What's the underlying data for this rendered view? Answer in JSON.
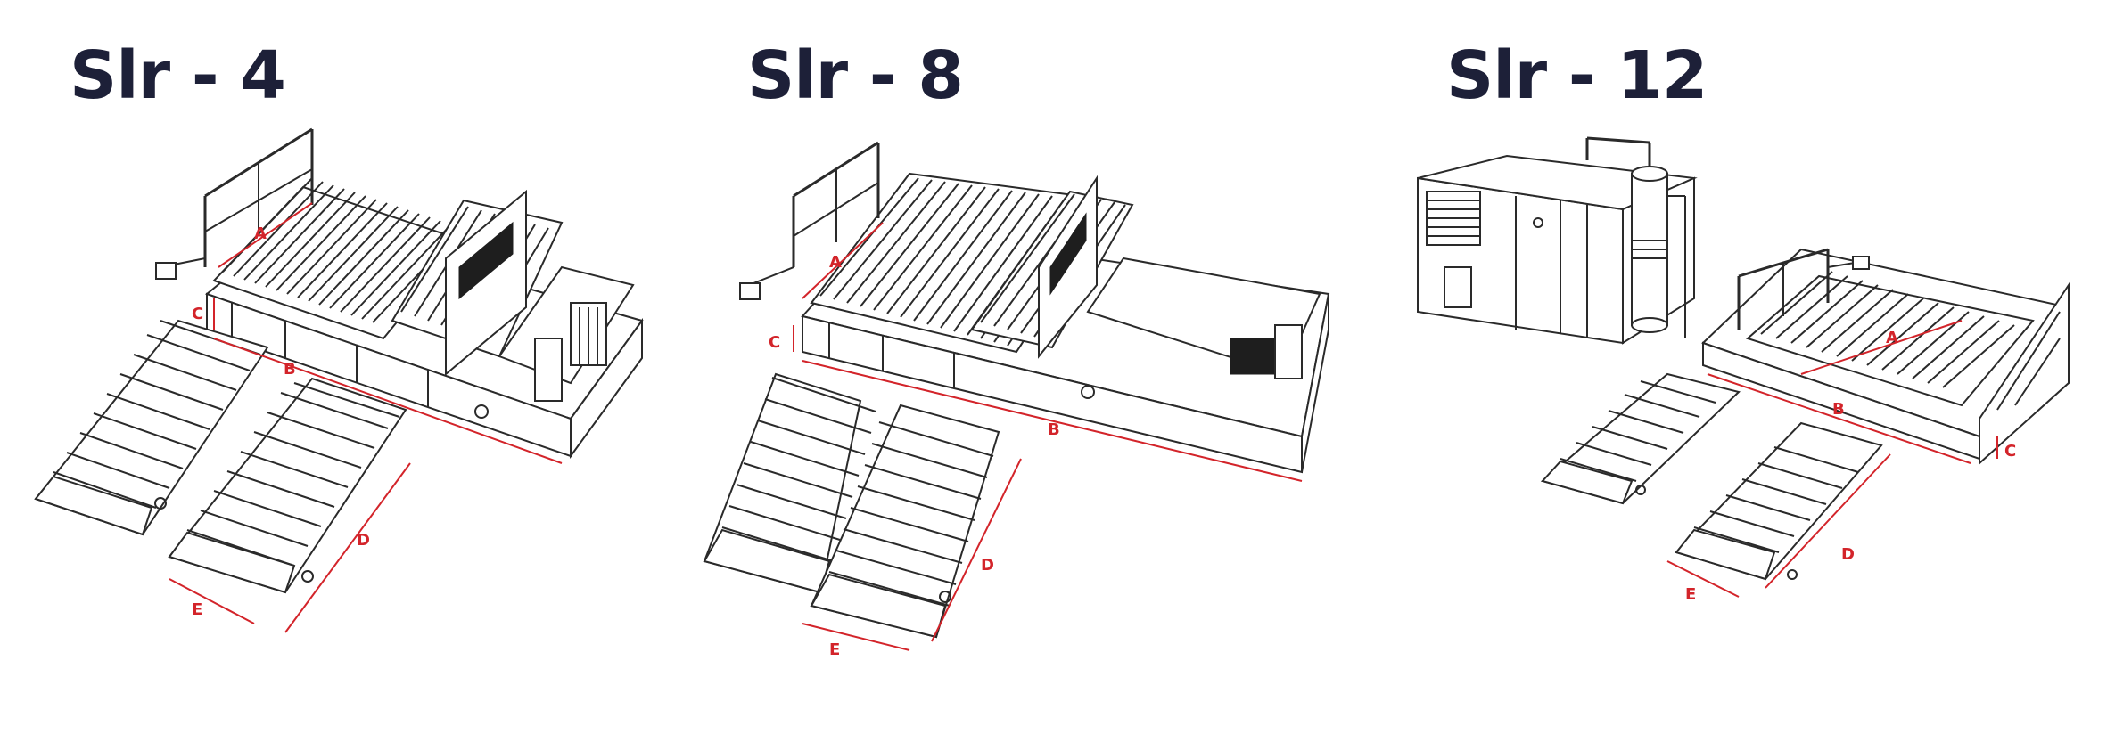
{
  "colors": {
    "title": "#1d2038",
    "dimension": "#d3242a",
    "line": "#2a2a2a"
  },
  "models": [
    {
      "title": "Slr - 4",
      "labels": {
        "a": "A",
        "b": "B",
        "c": "C",
        "d": "D",
        "e": "E"
      }
    },
    {
      "title": "Slr - 8",
      "labels": {
        "a": "A",
        "b": "B",
        "c": "C",
        "d": "D",
        "e": "E"
      }
    },
    {
      "title": "Slr - 12",
      "labels": {
        "a": "A",
        "b": "B",
        "c": "C",
        "d": "D",
        "e": "E"
      }
    }
  ]
}
